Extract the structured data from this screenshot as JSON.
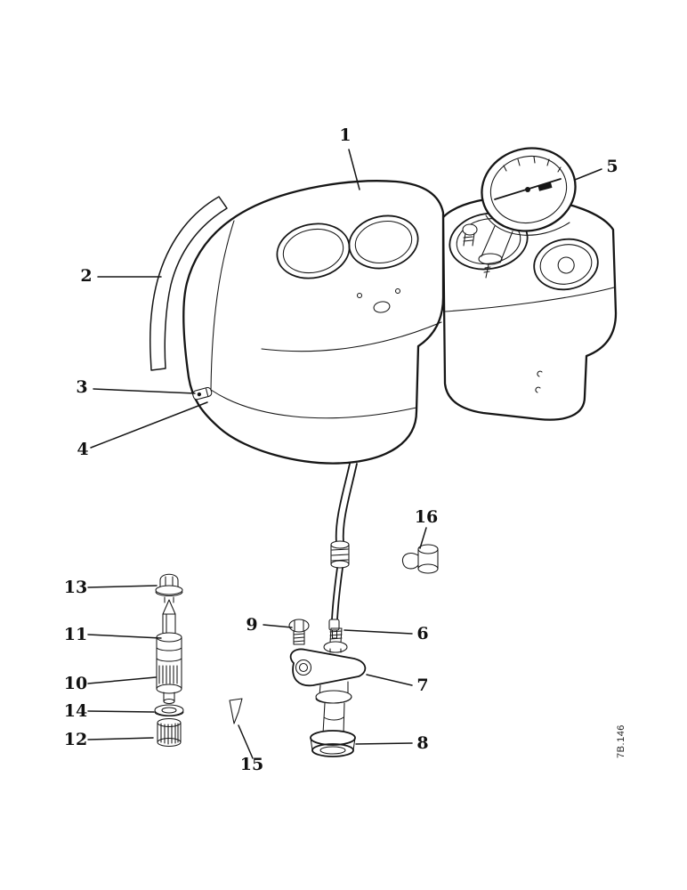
{
  "figure": {
    "ref_code": "7B.146",
    "callouts": [
      {
        "label": "1"
      },
      {
        "label": "2"
      },
      {
        "label": "3"
      },
      {
        "label": "4"
      },
      {
        "label": "5"
      },
      {
        "label": "6"
      },
      {
        "label": "7"
      },
      {
        "label": "8"
      },
      {
        "label": "9"
      },
      {
        "label": "10"
      },
      {
        "label": "11"
      },
      {
        "label": "12"
      },
      {
        "label": "13"
      },
      {
        "label": "14"
      },
      {
        "label": "15"
      },
      {
        "label": "16"
      }
    ]
  }
}
